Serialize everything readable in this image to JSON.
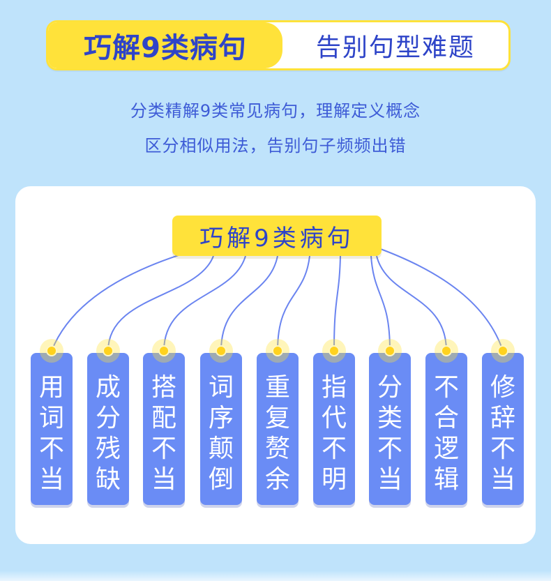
{
  "banner": {
    "left_text": "巧解9类病句",
    "right_text": "告别句型难题"
  },
  "subtitle": {
    "line1": "分类精解9类常见病句，理解定义概念",
    "line2": "区分相似用法，告别句子频频出错"
  },
  "tree": {
    "root": "巧解9类病句",
    "leaves": [
      {
        "label": "用词不当"
      },
      {
        "label": "成分残缺"
      },
      {
        "label": "搭配不当"
      },
      {
        "label": "词序颠倒"
      },
      {
        "label": "重复赘余"
      },
      {
        "label": "指代不明"
      },
      {
        "label": "分类不当"
      },
      {
        "label": "不合逻辑"
      },
      {
        "label": "修辞不当"
      }
    ]
  },
  "colors": {
    "background": "#bfe3fb",
    "accent_yellow": "#ffe23a",
    "brand_blue": "#2e44c8",
    "leaf_blue": "#6a8cf5",
    "line_blue": "#6a84f0"
  }
}
